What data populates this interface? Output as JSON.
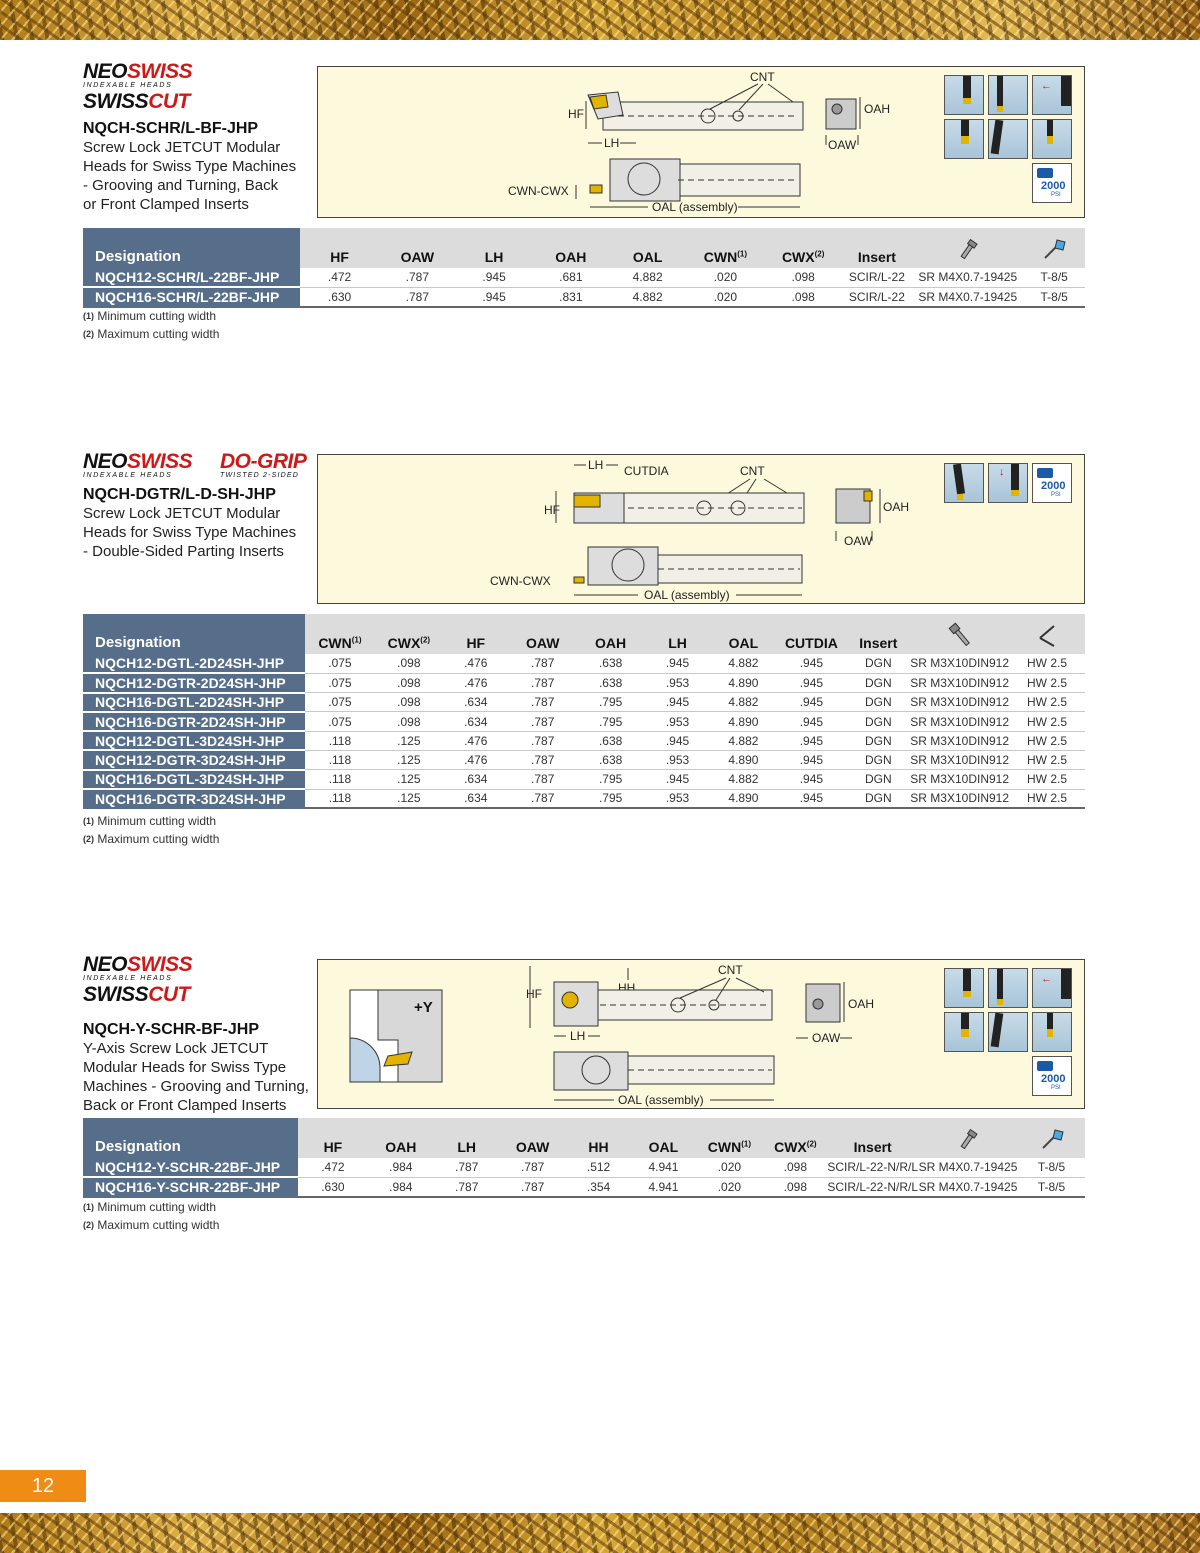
{
  "page_number": "12",
  "sections": [
    {
      "brand": {
        "neo_black": "NEO",
        "neo_red": "SWISS",
        "sub": "INDEXABLE HEADS",
        "second_black": "SWISS",
        "second_red": "CUT"
      },
      "title": "NQCH-SCHR/L-BF-JHP",
      "description": [
        "Screw Lock JETCUT Modular",
        "Heads for Swiss Type Machines",
        "- Grooving and Turning, Back",
        "or Front Clamped Inserts"
      ],
      "diagram_labels": {
        "cnt": "CNT",
        "hf": "HF",
        "lh": "LH",
        "oah": "OAH",
        "oaw": "OAW",
        "cwn_cwx": "CWN-CWX",
        "oal": "OAL (assembly)",
        "psi_value": "2000",
        "psi_unit": "PSI"
      },
      "headers": {
        "designation": "Designation",
        "cols": [
          "HF",
          "OAW",
          "LH",
          "OAH",
          "OAL",
          "CWN",
          "CWX",
          "Insert",
          "",
          ""
        ],
        "sup": [
          "",
          "",
          "",
          "",
          "",
          "(1)",
          "(2)",
          "",
          "",
          ""
        ]
      },
      "rows": [
        {
          "designation": "NQCH12-SCHR/L-22BF-JHP",
          "cells": [
            ".472",
            ".787",
            ".945",
            ".681",
            "4.882",
            ".020",
            ".098",
            "SCIR/L-22",
            "SR M4X0.7-19425",
            "T-8/5"
          ]
        },
        {
          "designation": "NQCH16-SCHR/L-22BF-JHP",
          "cells": [
            ".630",
            ".787",
            ".945",
            ".831",
            "4.882",
            ".020",
            ".098",
            "SCIR/L-22",
            "SR M4X0.7-19425",
            "T-8/5"
          ]
        }
      ],
      "notes": [
        {
          "mark": "(1)",
          "text": "Minimum cutting width"
        },
        {
          "mark": "(2)",
          "text": "Maximum cutting width"
        }
      ]
    },
    {
      "brand": {
        "neo_black": "NEO",
        "neo_red": "SWISS",
        "sub": "INDEXABLE HEADS",
        "dogrip": "DO-GRIP",
        "dogrip_sub": "TWISTED 2-SIDED"
      },
      "title": "NQCH-DGTR/L-D-SH-JHP",
      "description": [
        "Screw Lock JETCUT Modular",
        "Heads for Swiss Type Machines",
        "- Double-Sided Parting Inserts"
      ],
      "diagram_labels": {
        "lh": "LH",
        "cutdia": "CUTDIA",
        "cnt": "CNT",
        "hf": "HF",
        "oah": "OAH",
        "oaw": "OAW",
        "cwn_cwx": "CWN-CWX",
        "oal": "OAL (assembly)",
        "psi_value": "2000",
        "psi_unit": "PSI"
      },
      "headers": {
        "designation": "Designation",
        "cols": [
          "CWN",
          "CWX",
          "HF",
          "OAW",
          "OAH",
          "LH",
          "OAL",
          "CUTDIA",
          "Insert",
          "",
          ""
        ],
        "sup": [
          "(1)",
          "(2)",
          "",
          "",
          "",
          "",
          "",
          "",
          "",
          "",
          ""
        ]
      },
      "rows": [
        {
          "designation": "NQCH12-DGTL-2D24SH-JHP",
          "cells": [
            ".075",
            ".098",
            ".476",
            ".787",
            ".638",
            ".945",
            "4.882",
            ".945",
            "DGN",
            "SR M3X10DIN912",
            "HW 2.5"
          ]
        },
        {
          "designation": "NQCH12-DGTR-2D24SH-JHP",
          "cells": [
            ".075",
            ".098",
            ".476",
            ".787",
            ".638",
            ".953",
            "4.890",
            ".945",
            "DGN",
            "SR M3X10DIN912",
            "HW 2.5"
          ]
        },
        {
          "designation": "NQCH16-DGTL-2D24SH-JHP",
          "cells": [
            ".075",
            ".098",
            ".634",
            ".787",
            ".795",
            ".945",
            "4.882",
            ".945",
            "DGN",
            "SR M3X10DIN912",
            "HW 2.5"
          ]
        },
        {
          "designation": "NQCH16-DGTR-2D24SH-JHP",
          "cells": [
            ".075",
            ".098",
            ".634",
            ".787",
            ".795",
            ".953",
            "4.890",
            ".945",
            "DGN",
            "SR M3X10DIN912",
            "HW 2.5"
          ]
        },
        {
          "designation": "NQCH12-DGTL-3D24SH-JHP",
          "cells": [
            ".118",
            ".125",
            ".476",
            ".787",
            ".638",
            ".945",
            "4.882",
            ".945",
            "DGN",
            "SR M3X10DIN912",
            "HW 2.5"
          ]
        },
        {
          "designation": "NQCH12-DGTR-3D24SH-JHP",
          "cells": [
            ".118",
            ".125",
            ".476",
            ".787",
            ".638",
            ".953",
            "4.890",
            ".945",
            "DGN",
            "SR M3X10DIN912",
            "HW 2.5"
          ]
        },
        {
          "designation": "NQCH16-DGTL-3D24SH-JHP",
          "cells": [
            ".118",
            ".125",
            ".634",
            ".787",
            ".795",
            ".945",
            "4.882",
            ".945",
            "DGN",
            "SR M3X10DIN912",
            "HW 2.5"
          ]
        },
        {
          "designation": "NQCH16-DGTR-3D24SH-JHP",
          "cells": [
            ".118",
            ".125",
            ".634",
            ".787",
            ".795",
            ".953",
            "4.890",
            ".945",
            "DGN",
            "SR M3X10DIN912",
            "HW 2.5"
          ]
        }
      ],
      "notes": [
        {
          "mark": "(1)",
          "text": "Minimum cutting width"
        },
        {
          "mark": "(2)",
          "text": "Maximum cutting width"
        }
      ]
    },
    {
      "brand": {
        "neo_black": "NEO",
        "neo_red": "SWISS",
        "sub": "INDEXABLE HEADS",
        "second_black": "SWISS",
        "second_red": "CUT"
      },
      "title": "NQCH-Y-SCHR-BF-JHP",
      "description": [
        "Y-Axis Screw Lock JETCUT",
        "Modular Heads for Swiss Type",
        "Machines - Grooving and Turning,",
        "Back or Front Clamped Inserts"
      ],
      "diagram_labels": {
        "y_axis": "+Y",
        "hf": "HF",
        "hh": "HH",
        "cnt": "CNT",
        "lh": "LH",
        "oah": "OAH",
        "oaw": "OAW",
        "oal": "OAL (assembly)",
        "psi_value": "2000",
        "psi_unit": "PSI"
      },
      "headers": {
        "designation": "Designation",
        "cols": [
          "HF",
          "OAH",
          "LH",
          "OAW",
          "HH",
          "OAL",
          "CWN",
          "CWX",
          "Insert",
          "",
          ""
        ],
        "sup": [
          "",
          "",
          "",
          "",
          "",
          "",
          "(1)",
          "(2)",
          "",
          "",
          ""
        ]
      },
      "rows": [
        {
          "designation": "NQCH12-Y-SCHR-22BF-JHP",
          "cells": [
            ".472",
            ".984",
            ".787",
            ".787",
            ".512",
            "4.941",
            ".020",
            ".098",
            "SCIR/L-22-N/R/L",
            "SR M4X0.7-19425",
            "T-8/5"
          ]
        },
        {
          "designation": "NQCH16-Y-SCHR-22BF-JHP",
          "cells": [
            ".630",
            ".984",
            ".787",
            ".787",
            ".354",
            "4.941",
            ".020",
            ".098",
            "SCIR/L-22-N/R/L",
            "SR M4X0.7-19425",
            "T-8/5"
          ]
        }
      ],
      "notes": [
        {
          "mark": "(1)",
          "text": "Minimum cutting width"
        },
        {
          "mark": "(2)",
          "text": "Maximum cutting width"
        }
      ]
    }
  ]
}
